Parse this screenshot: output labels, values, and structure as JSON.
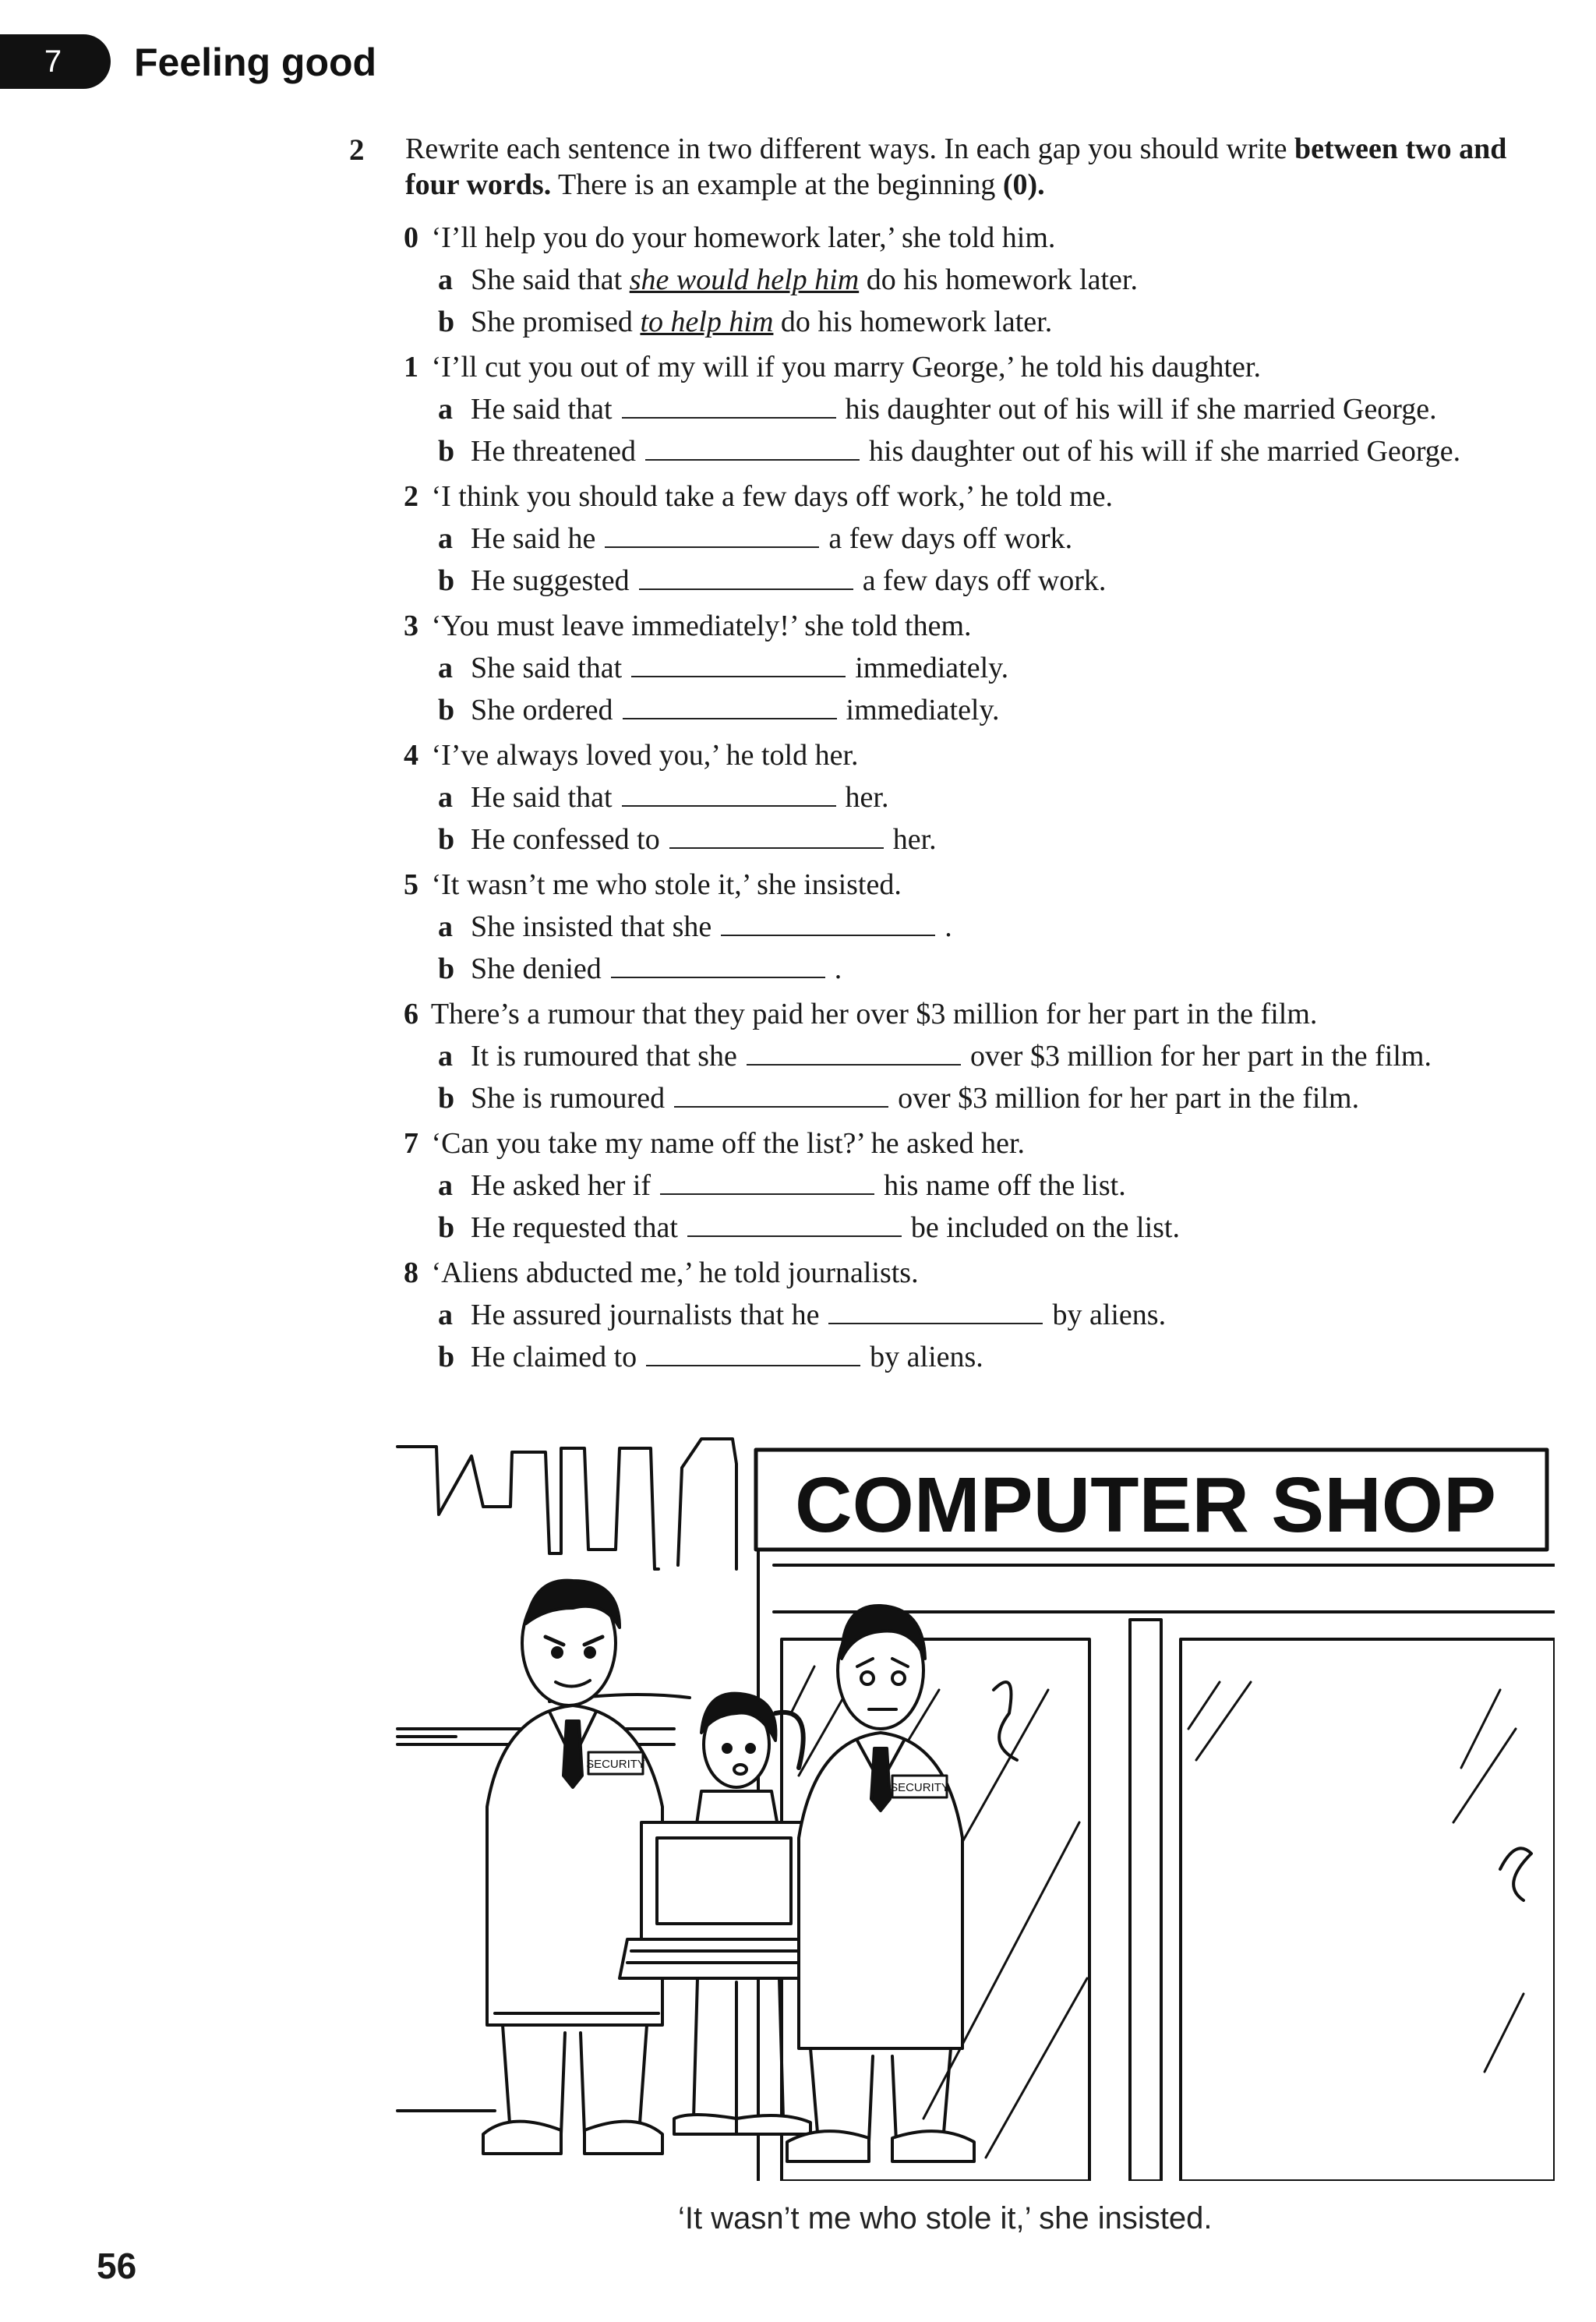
{
  "unit": {
    "number": "7",
    "title": "Feeling good"
  },
  "exercise": {
    "number": "2",
    "instruction_1": "Rewrite each sentence in two different ways. In each gap you should write ",
    "instruction_bold": "between two and four words.",
    "instruction_2": " There is an example at the beginning ",
    "instruction_example": "(0).",
    "example": {
      "num": "0",
      "question": "‘I’ll help you do your homework later,’ she told him.",
      "a": {
        "letter": "a",
        "before": "She said that",
        "answer": "she would help him",
        "after": "do his homework later."
      },
      "b": {
        "letter": "b",
        "before": "She promised",
        "answer": "to help him",
        "after": "do his homework later."
      }
    },
    "items": [
      {
        "num": "1",
        "question": "‘I’ll cut you out of my will if you marry George,’ he told his daughter.",
        "a": {
          "letter": "a",
          "before": "He said that",
          "after": "his daughter out of his will if she married George."
        },
        "b": {
          "letter": "b",
          "before": "He threatened",
          "after": "his daughter out of his will if she married George."
        }
      },
      {
        "num": "2",
        "question": "‘I think you should take a few days off work,’ he told me.",
        "a": {
          "letter": "a",
          "before": "He said he",
          "after": "a few days off work."
        },
        "b": {
          "letter": "b",
          "before": "He suggested",
          "after": "a few days off work."
        }
      },
      {
        "num": "3",
        "question": "‘You must leave immediately!’ she told them.",
        "a": {
          "letter": "a",
          "before": "She said that",
          "after": "immediately."
        },
        "b": {
          "letter": "b",
          "before": "She ordered",
          "after": "immediately."
        }
      },
      {
        "num": "4",
        "question": "‘I’ve always loved you,’ he told her.",
        "a": {
          "letter": "a",
          "before": "He said that",
          "after": "her."
        },
        "b": {
          "letter": "b",
          "before": "He confessed to",
          "after": "her."
        }
      },
      {
        "num": "5",
        "question": "‘It wasn’t me who stole it,’ she insisted.",
        "a": {
          "letter": "a",
          "before": "She insisted that she",
          "after": "."
        },
        "b": {
          "letter": "b",
          "before": "She denied",
          "after": "."
        }
      },
      {
        "num": "6",
        "question": "There’s a rumour that they paid her over $3 million for her part in the film.",
        "a": {
          "letter": "a",
          "before": "It is rumoured that she",
          "after": "over $3 million for her part in the film."
        },
        "b": {
          "letter": "b",
          "before": "She is rumoured",
          "after": "over $3 million for her part in the film."
        }
      },
      {
        "num": "7",
        "question": "‘Can you take my name off the list?’ he asked her.",
        "a": {
          "letter": "a",
          "before": "He asked her if",
          "after": "his name off the list."
        },
        "b": {
          "letter": "b",
          "before": "He requested that",
          "after": "be included on the list."
        }
      },
      {
        "num": "8",
        "question": "‘Aliens abducted me,’ he told journalists.",
        "a": {
          "letter": "a",
          "before": "He assured journalists that he",
          "after": "by aliens."
        },
        "b": {
          "letter": "b",
          "before": "He claimed to",
          "after": "by aliens."
        }
      }
    ]
  },
  "illustration": {
    "sign": "COMPUTER SHOP",
    "badge": "SECURITY"
  },
  "caption": "‘It wasn’t me who stole it,’ she insisted.",
  "page_number": "56"
}
